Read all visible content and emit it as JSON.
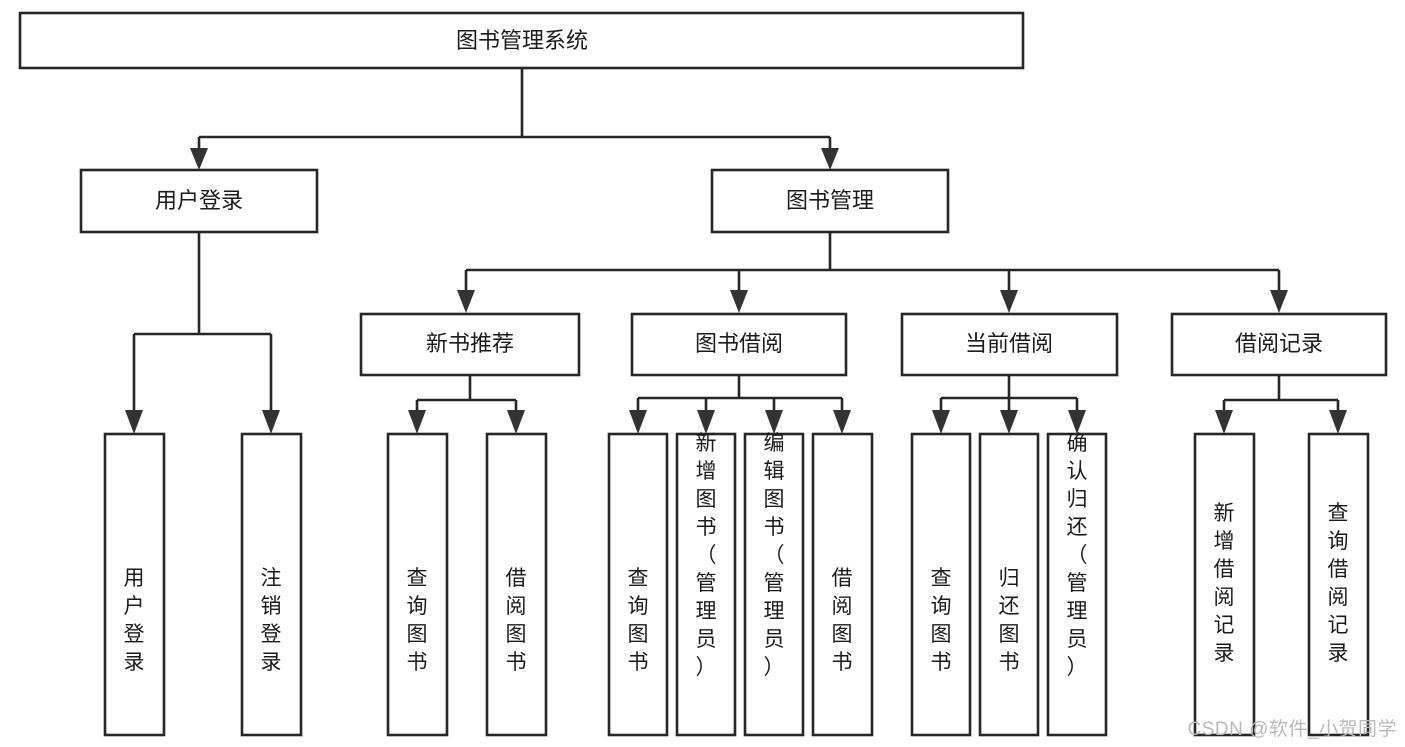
{
  "diagram": {
    "type": "tree-hierarchy",
    "title": "图书管理系统",
    "watermark": "CSDN @软件_小贺同学",
    "colors": {
      "background": "#ffffff",
      "box_stroke": "#262626",
      "box_fill": "#ffffff",
      "text": "#1b1b1b",
      "arrow": "#333333",
      "watermark": "#b9b9b9"
    },
    "levels": [
      {
        "level": 0,
        "nodes": [
          {
            "id": "root",
            "label": "图书管理系统",
            "orientation": "horizontal"
          }
        ]
      },
      {
        "level": 1,
        "nodes": [
          {
            "id": "user-login",
            "label": "用户登录",
            "orientation": "horizontal",
            "parent": "root"
          },
          {
            "id": "book-manage",
            "label": "图书管理",
            "orientation": "horizontal",
            "parent": "root"
          }
        ]
      },
      {
        "level": 2,
        "nodes": [
          {
            "id": "new-book-rec",
            "label": "新书推荐",
            "orientation": "horizontal",
            "parent": "book-manage"
          },
          {
            "id": "book-borrow",
            "label": "图书借阅",
            "orientation": "horizontal",
            "parent": "book-manage"
          },
          {
            "id": "current-borrow",
            "label": "当前借阅",
            "orientation": "horizontal",
            "parent": "book-manage"
          },
          {
            "id": "borrow-record",
            "label": "借阅记录",
            "orientation": "horizontal",
            "parent": "book-manage"
          }
        ]
      },
      {
        "level": 3,
        "nodes": [
          {
            "id": "leaf-user-login",
            "label": "用户登录",
            "orientation": "vertical",
            "parent": "user-login"
          },
          {
            "id": "leaf-user-logout",
            "label": "注销登录",
            "orientation": "vertical",
            "parent": "user-login"
          },
          {
            "id": "leaf-rec-query",
            "label": "查询图书",
            "orientation": "vertical",
            "parent": "new-book-rec"
          },
          {
            "id": "leaf-rec-borrow",
            "label": "借阅图书",
            "orientation": "vertical",
            "parent": "new-book-rec"
          },
          {
            "id": "leaf-borrow-query",
            "label": "查询图书",
            "orientation": "vertical",
            "parent": "book-borrow"
          },
          {
            "id": "leaf-borrow-add",
            "label": "新增图书（管理员）",
            "orientation": "vertical",
            "parent": "book-borrow"
          },
          {
            "id": "leaf-borrow-edit",
            "label": "编辑图书（管理员）",
            "orientation": "vertical",
            "parent": "book-borrow"
          },
          {
            "id": "leaf-borrow-lend",
            "label": "借阅图书",
            "orientation": "vertical",
            "parent": "book-borrow"
          },
          {
            "id": "leaf-cur-query",
            "label": "查询图书",
            "orientation": "vertical",
            "parent": "current-borrow"
          },
          {
            "id": "leaf-cur-return",
            "label": "归还图书",
            "orientation": "vertical",
            "parent": "current-borrow"
          },
          {
            "id": "leaf-cur-confirm",
            "label": "确认归还（管理员）",
            "orientation": "vertical",
            "parent": "current-borrow"
          },
          {
            "id": "leaf-rec-add",
            "label": "新增借阅记录",
            "orientation": "vertical",
            "parent": "borrow-record"
          },
          {
            "id": "leaf-rec-search",
            "label": "查询借阅记录",
            "orientation": "vertical",
            "parent": "borrow-record"
          }
        ]
      }
    ]
  }
}
